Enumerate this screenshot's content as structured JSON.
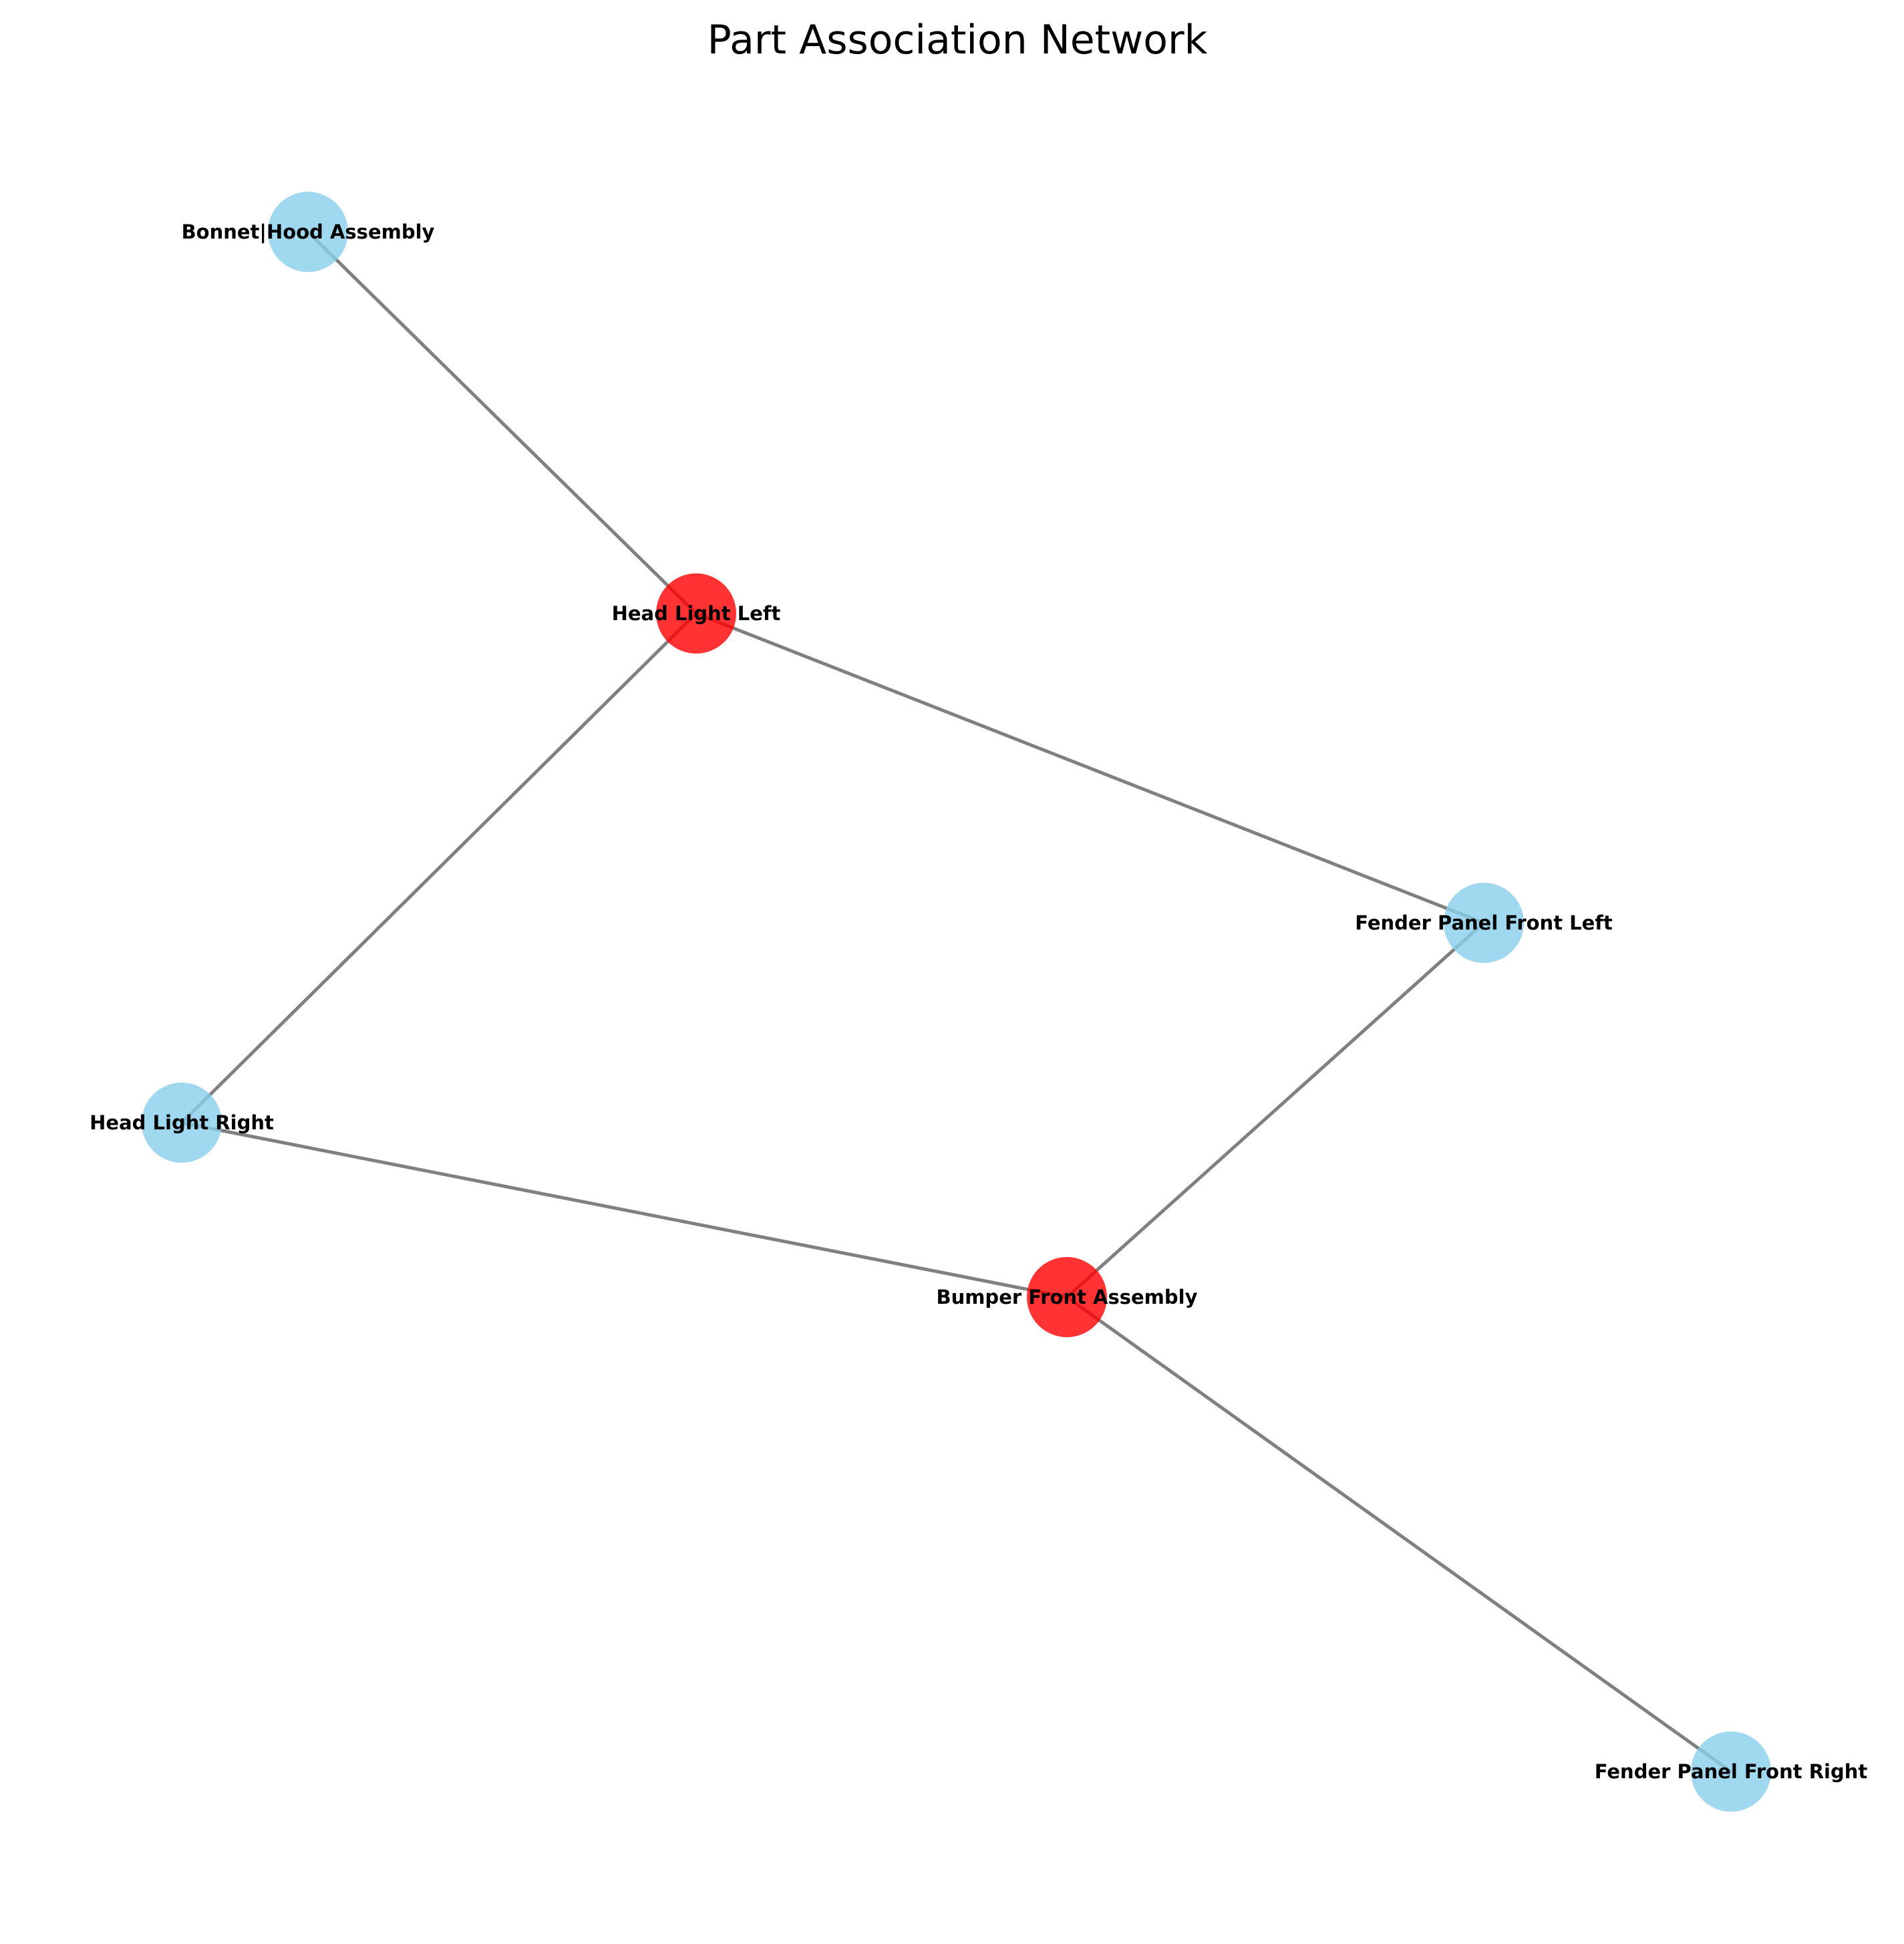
{
  "title": "Part Association Network",
  "colors": {
    "highlight_node": "#ff0000",
    "normal_node": "#87ceeb",
    "edge": "#808080"
  },
  "nodes": [
    {
      "id": "bonnet",
      "label": "Bonnet|Hood Assembly",
      "highlighted": false
    },
    {
      "id": "headlight_left",
      "label": "Head Light Left",
      "highlighted": true
    },
    {
      "id": "fender_front_left",
      "label": "Fender Panel Front Left",
      "highlighted": false
    },
    {
      "id": "headlight_right",
      "label": "Head Light Right",
      "highlighted": false
    },
    {
      "id": "bumper_front",
      "label": "Bumper Front Assembly",
      "highlighted": true
    },
    {
      "id": "fender_front_right",
      "label": "Fender Panel Front Right",
      "highlighted": false
    }
  ],
  "edges": [
    {
      "source": "bonnet",
      "target": "headlight_left"
    },
    {
      "source": "headlight_left",
      "target": "fender_front_left"
    },
    {
      "source": "headlight_left",
      "target": "headlight_right"
    },
    {
      "source": "fender_front_left",
      "target": "bumper_front"
    },
    {
      "source": "headlight_right",
      "target": "bumper_front"
    },
    {
      "source": "bumper_front",
      "target": "fender_front_right"
    }
  ]
}
